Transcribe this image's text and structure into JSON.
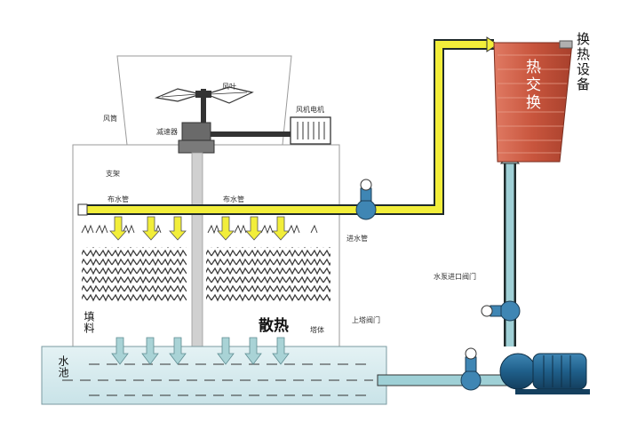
{
  "labels": {
    "fan_blade": "风叶",
    "air_duct": "风筒",
    "reducer": "减速器",
    "fan_motor": "风机电机",
    "bracket": "支架",
    "distribution_pipe_left": "布水管",
    "distribution_pipe_right": "布水管",
    "inlet_pipe": "进水管",
    "pump_inlet_valve": "水泵进口阀门",
    "tower_valve": "上塔阀门",
    "tower_body": "塔体",
    "fill": "填料",
    "heat_dissipation": "散热",
    "water_pool": "水池",
    "heat_exchanger_title": "热交换",
    "heat_exchange_equipment": "换热设备"
  },
  "colors": {
    "hot_pipe": "#f2ee3a",
    "cold_pipe": "#9fd0d6",
    "pipe_outline": "#1f2a2a",
    "pool_fill": "#d8ecef",
    "heat_exchanger": "#c8553d",
    "pump_body": "#1f5f8a",
    "flow_arrow": "#f2ee3a",
    "drip_arrow": "#a9d3d6"
  }
}
